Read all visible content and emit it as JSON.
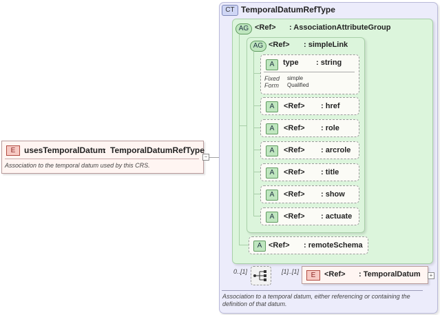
{
  "element": {
    "badge": "E",
    "name": "usesTemporalDatum",
    "type_sep": ":",
    "type": "TemporalDatumRefType",
    "doc": "Association to the temporal datum used by this CRS."
  },
  "complex_type": {
    "badge": "CT",
    "name": "TemporalDatumRefType",
    "doc": "Association to a temporal datum, either referencing or containing the definition of that datum."
  },
  "attr_group_outer": {
    "badge": "AG",
    "ref": "<Ref>",
    "name": ": AssociationAttributeGroup"
  },
  "attr_group_inner": {
    "badge": "AG",
    "ref": "<Ref>",
    "name": ": simpleLink"
  },
  "type_attr": {
    "badge": "A",
    "name": "type",
    "type": ": string",
    "fixed_label": "Fixed",
    "fixed_value": "simple",
    "form_label": "Form",
    "form_value": "Qualified"
  },
  "link_attrs": [
    {
      "badge": "A",
      "ref": "<Ref>",
      "name": ": href"
    },
    {
      "badge": "A",
      "ref": "<Ref>",
      "name": ": role"
    },
    {
      "badge": "A",
      "ref": "<Ref>",
      "name": ": arcrole"
    },
    {
      "badge": "A",
      "ref": "<Ref>",
      "name": ": title"
    },
    {
      "badge": "A",
      "ref": "<Ref>",
      "name": ": show"
    },
    {
      "badge": "A",
      "ref": "<Ref>",
      "name": ": actuate"
    }
  ],
  "remote_schema": {
    "badge": "A",
    "ref": "<Ref>",
    "name": ": remoteSchema"
  },
  "sequence": {
    "left_card": "0..[1]",
    "right_card": "[1]..[1]"
  },
  "temporal_datum": {
    "badge": "E",
    "ref": "<Ref>",
    "name": ": TemporalDatum"
  }
}
